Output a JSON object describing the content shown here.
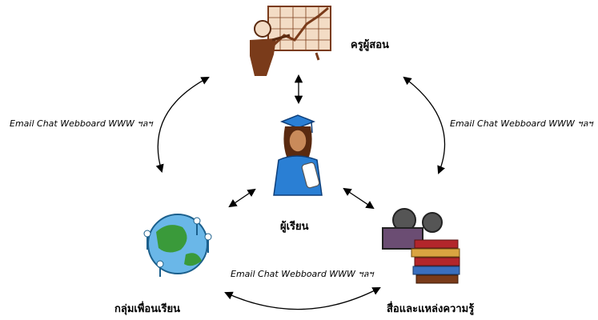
{
  "nodes": {
    "teacher": "ครูผู้สอน",
    "learner": "ผู้เรียน",
    "peers": "กลุ่มเพื่อนเรียน",
    "media": "สื่อและแหล่งความรู้"
  },
  "channels": {
    "left": "Email Chat Webboard WWW ฯลฯ",
    "right": "Email Chat Webboard WWW ฯลฯ",
    "bottom": "Email Chat Webboard WWW ฯลฯ"
  },
  "colors": {
    "accent_blue": "#2a7fd4",
    "book_red": "#b3262b",
    "board": "#f3dcc5"
  }
}
